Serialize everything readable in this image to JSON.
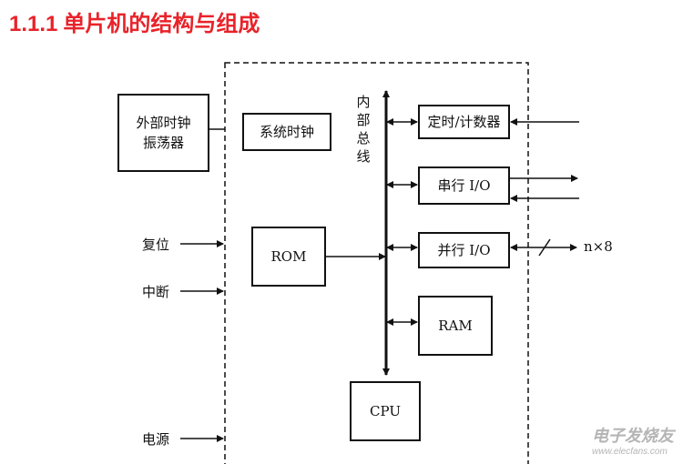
{
  "header": {
    "section_number": "1.1.1",
    "title": "单片机的结构与组成"
  },
  "diagram": {
    "external_oscillator": [
      "外部时钟",
      "振荡器"
    ],
    "system_clock": "系统时钟",
    "internal_bus": [
      "内",
      "部",
      "总",
      "线"
    ],
    "rom": "ROM",
    "cpu": "CPU",
    "ram": "RAM",
    "timer_counter": "定时/计数器",
    "serial_io": "串行 I/O",
    "parallel_io": "并行 I/O",
    "parallel_width": "n×8",
    "reset": "复位",
    "interrupt": "中断",
    "power": "电源"
  },
  "watermark": {
    "text": "电子发烧友",
    "url": "www.elecfans.com"
  }
}
